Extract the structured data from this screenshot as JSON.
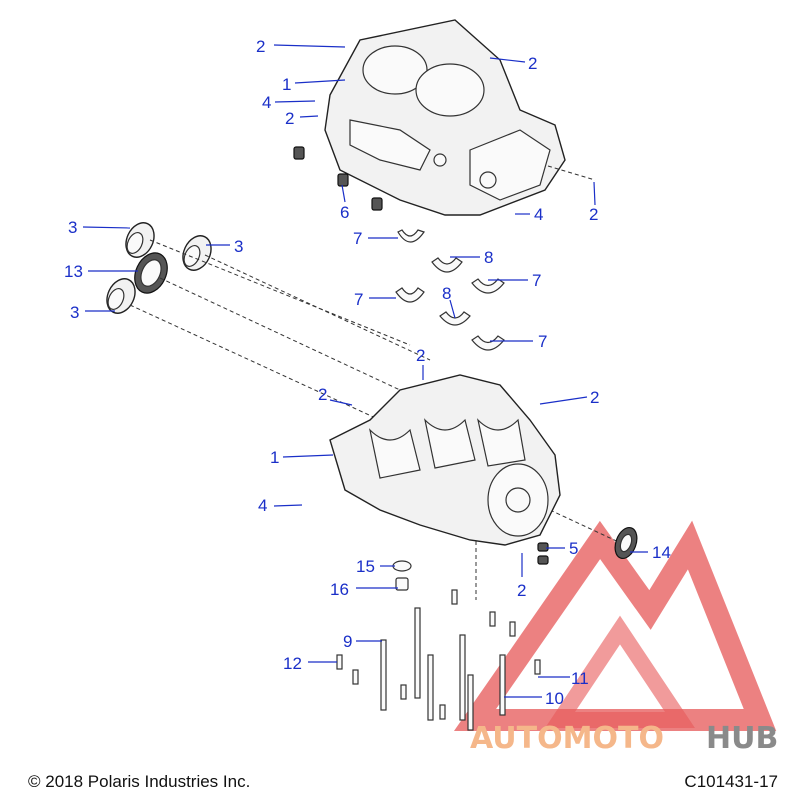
{
  "footer": {
    "copyright": "© 2018 Polaris Industries Inc.",
    "drawing_id": "C101431-17"
  },
  "watermark": {
    "text_a": "AUTOMOTO",
    "text_b": "HUB",
    "color_a": "#f5b78a",
    "color_b": "#8a8a8a",
    "logo_color": "#e23a3a"
  },
  "callouts": {
    "c1": "2",
    "c2": "2",
    "c3": "1",
    "c4": "4",
    "c5": "2",
    "c6": "6",
    "c7": "4",
    "c8": "2",
    "c9": "3",
    "c10": "3",
    "c11": "13",
    "c12": "3",
    "c13": "7",
    "c14": "8",
    "c15": "7",
    "c16": "7",
    "c17": "8",
    "c18": "7",
    "c19": "2",
    "c20": "2",
    "c21": "2",
    "c22": "1",
    "c23": "4",
    "c24": "5",
    "c25": "14",
    "c26": "2",
    "c27": "15",
    "c28": "16",
    "c29": "9",
    "c30": "12",
    "c31": "11",
    "c32": "10"
  },
  "colors": {
    "callout": "#1a2fc8",
    "line": "#222222"
  }
}
